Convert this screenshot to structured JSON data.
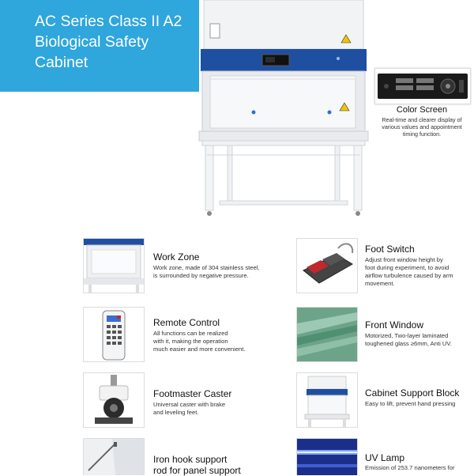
{
  "banner": {
    "line1": "AC Series Class II A2",
    "line2": "Biological Safety",
    "line3": "Cabinet"
  },
  "screen": {
    "title": "Color Screen",
    "desc1": "Real-time and clearer display of",
    "desc2": "various values and appointment",
    "desc3": "timing function."
  },
  "features": {
    "work_zone": {
      "title": "Work Zone",
      "l1": "Work zone, made of 304 stainless steel,",
      "l2": "is surrounded by negative pressure."
    },
    "remote": {
      "title": "Remote Control",
      "l1": "All functions can be realized",
      "l2": "with it, making the operation",
      "l3": "much easier and more convenient."
    },
    "caster": {
      "title": "Footmaster Caster",
      "l1": "Universal caster with brake",
      "l2": "and leveling feet."
    },
    "iron_hook": {
      "title1": "Iron hook support",
      "title2": "rod for panel support"
    },
    "foot_switch": {
      "title": "Foot Switch",
      "l1": "Adjust front window height by",
      "l2": "foot during experiment, to avoid",
      "l3": "airflow turbulence caused by arm",
      "l4": "movement."
    },
    "front_window": {
      "title": "Front Window",
      "l1": "Motorized, Two-layer laminated",
      "l2": "toughened glass ≥6mm, Anti UV."
    },
    "support_block": {
      "title": "Cabinet Support Block",
      "l1": "Easy to lift, prevent hand pressing"
    },
    "uv_lamp": {
      "title": "UV Lamp",
      "l1": "Emission of 253.7 nanometers for"
    }
  },
  "colors": {
    "banner": "#2fa6dc",
    "cabinet_blue": "#1f4fa0",
    "foot_switch_red": "#c0282d",
    "glass_green": "#3f8a6a"
  }
}
